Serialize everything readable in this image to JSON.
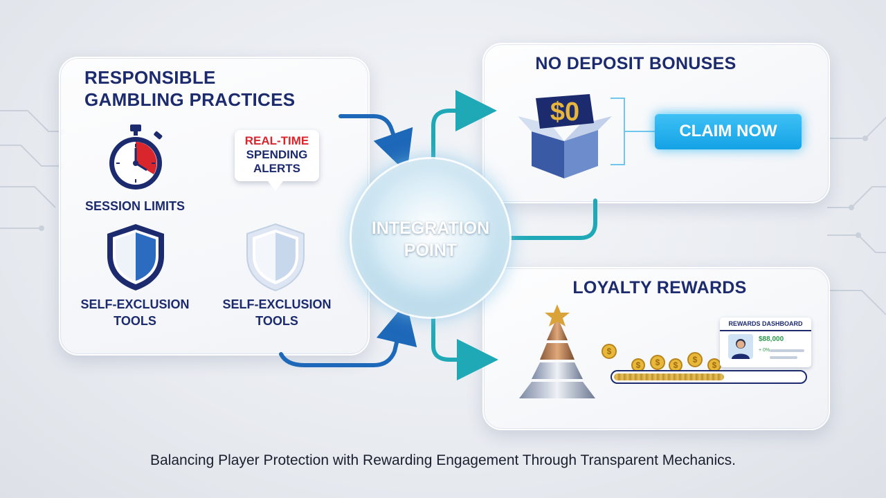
{
  "colors": {
    "navy": "#1c2a6e",
    "accent_blue": "#14a2e6",
    "teal": "#22b5b5",
    "alert_red": "#d8262c",
    "gold": "#e0b040"
  },
  "responsible_gambling": {
    "title": "RESPONSIBLE\nGAMBLING PRACTICES",
    "title_line1": "RESPONSIBLE",
    "title_line2": "GAMBLING PRACTICES",
    "session_limits": {
      "icon": "stopwatch-icon",
      "label": "SESSION LIMITS"
    },
    "spending_alerts": {
      "line1": "REAL-TIME",
      "line2": "SPENDING",
      "line3": "ALERTS"
    },
    "self_exclusion_1": {
      "icon": "shield-icon",
      "label_line1": "SELF-EXCLUSION",
      "label_line2": "TOOLS"
    },
    "self_exclusion_2": {
      "icon": "shield-icon",
      "label_line1": "SELF-EXCLUSION",
      "label_line2": "TOOLS"
    }
  },
  "hub": {
    "line1": "INTEGRATION",
    "line2": "POINT"
  },
  "no_deposit": {
    "title": "NO DEPOSIT BONUSES",
    "box_text": "$0",
    "box_icon": "gift-box-icon",
    "claim_label": "CLAIM NOW"
  },
  "loyalty": {
    "title": "LOYALTY REWARDS",
    "pyramid_icon": "tier-pyramid-icon",
    "coin_symbol": "$",
    "dashboard": {
      "title": "REWARDS DASHBOARD",
      "amount": "$88,000",
      "tag": "+ 0%",
      "avatar_icon": "user-avatar-icon"
    },
    "progress": 0.58
  },
  "caption": "Balancing Player Protection with Rewarding Engagement Through Transparent Mechanics."
}
